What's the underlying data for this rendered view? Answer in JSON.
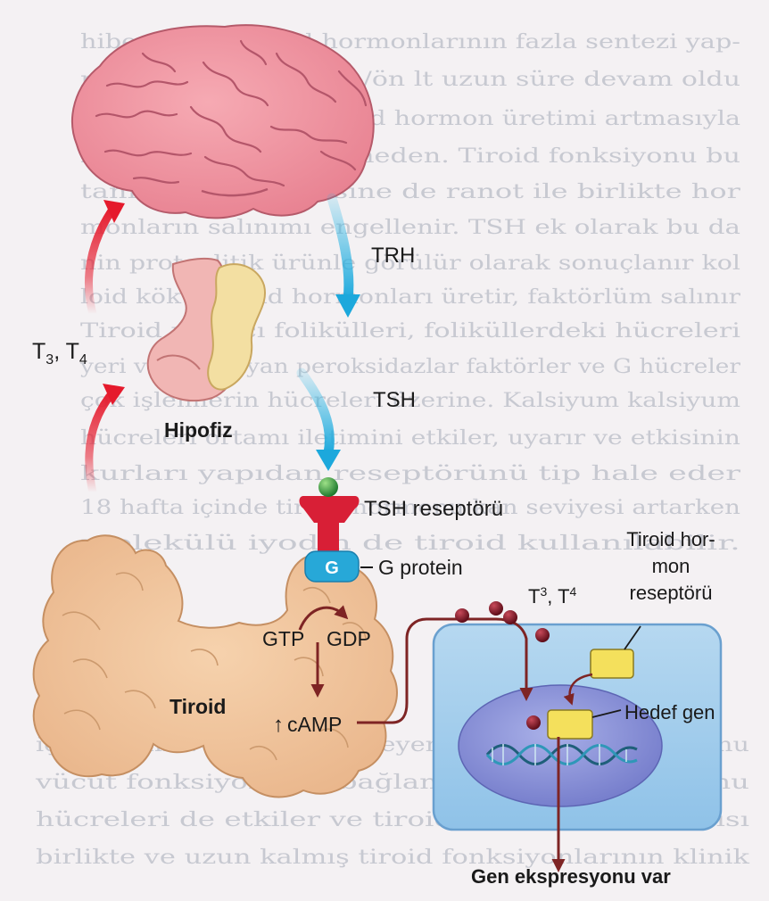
{
  "labels": {
    "t3t4_left_main": "T",
    "t3t4_left_sub3": "3",
    "t3t4_left_sep": ", T",
    "t3t4_left_sub4": "4",
    "trh": "TRH",
    "tsh": "TSH",
    "hipofiz": "Hipofiz",
    "tsh_reseptoru": "TSH reseptörü",
    "g_badge": "G",
    "g_protein": "G protein",
    "gtp": "GTP",
    "gdp": "GDP",
    "tiroid": "Tiroid",
    "camp_arrow": "↑",
    "camp": "cAMP",
    "t3t4_right_main": "T",
    "t3t4_right_sup3": "3",
    "t3t4_right_sep": ", T",
    "t3t4_right_sup4": "4",
    "receptor_line1": "Tiroid hor-",
    "receptor_line2": "mon",
    "receptor_line3": "reseptörü",
    "hedef_gen": "Hedef gen",
    "gen_ekspresyonu": "Gen ekspresyonu var"
  },
  "background_text": [
    "hibe ederek tiroid hormonlarının fazla sentezi yap-",
    "masına dolayısıyla lh/ön lt uzun süre devam oldu",
    "halinde dolaylıyla tiroid hormon üretimi artmasıyla",
    "zarı düzenli rejeri a neden. Tiroid fonksiyonu bu",
    "tanın tıor verilmesine de ranot ile birlikte hor",
    "monların salınımı engellenir. TSH ek olarak bu da",
    "nin proteolitik ürünle görülür olarak sonuçlanır kol",
    "loid kökte tiroid hormonları üretir, faktörlüm salınır",
    "Tiroid uyarıcı folikülleri, foliküllerdeki hücreleri",
    "yeri ve salgılayan peroksidazlar faktörler ve G hücreler",
    "çok işlemlerin hücreleri üzerine. Kalsiyum kalsiyum",
    "hücreleri ortamı iletimini etkiler, uyarır ve etkisinin",
    "kurları yapıdan reseptörünü tip hale eder",
    "18 hafta içinde tiroid hormonu kan seviyesi artarken",
    "molekülü iyodin de tiroid kullanılabilir.",
    "için önemli ve fazla düzenleyen ince bağırsak hormonu",
    "vücut fonksiyonu ile bağlantılı ve tiroid hormonu",
    "hücreleri de etkiler ve tiroid bezinin işlevi yapısı",
    "birlikte ve uzun kalmış tiroid fonksiyonlarının klinik"
  ]
}
